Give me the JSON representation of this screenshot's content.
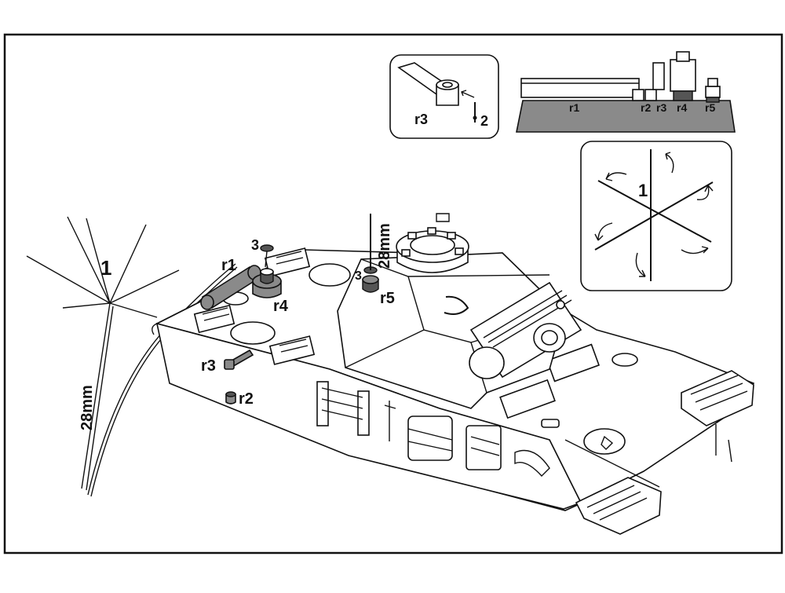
{
  "labels": {
    "antenna_big_number": "1",
    "antenna_length": "28mm",
    "mast_length": "28mm",
    "r1": "r1",
    "r2": "r2",
    "r3": "r3",
    "r4": "r4",
    "r5": "r5",
    "part3_a": "3",
    "part3_b": "3"
  },
  "inset_detail": {
    "r3": "r3",
    "part2": "2"
  },
  "inset_sprue": {
    "r1": "r1",
    "r2": "r2",
    "r3": "r3",
    "r4": "r4",
    "r5": "r5"
  },
  "inset_bend": {
    "number": "1"
  },
  "colors": {
    "line": "#111111",
    "resin_gray": "#8a8a8a",
    "background": "#ffffff"
  }
}
